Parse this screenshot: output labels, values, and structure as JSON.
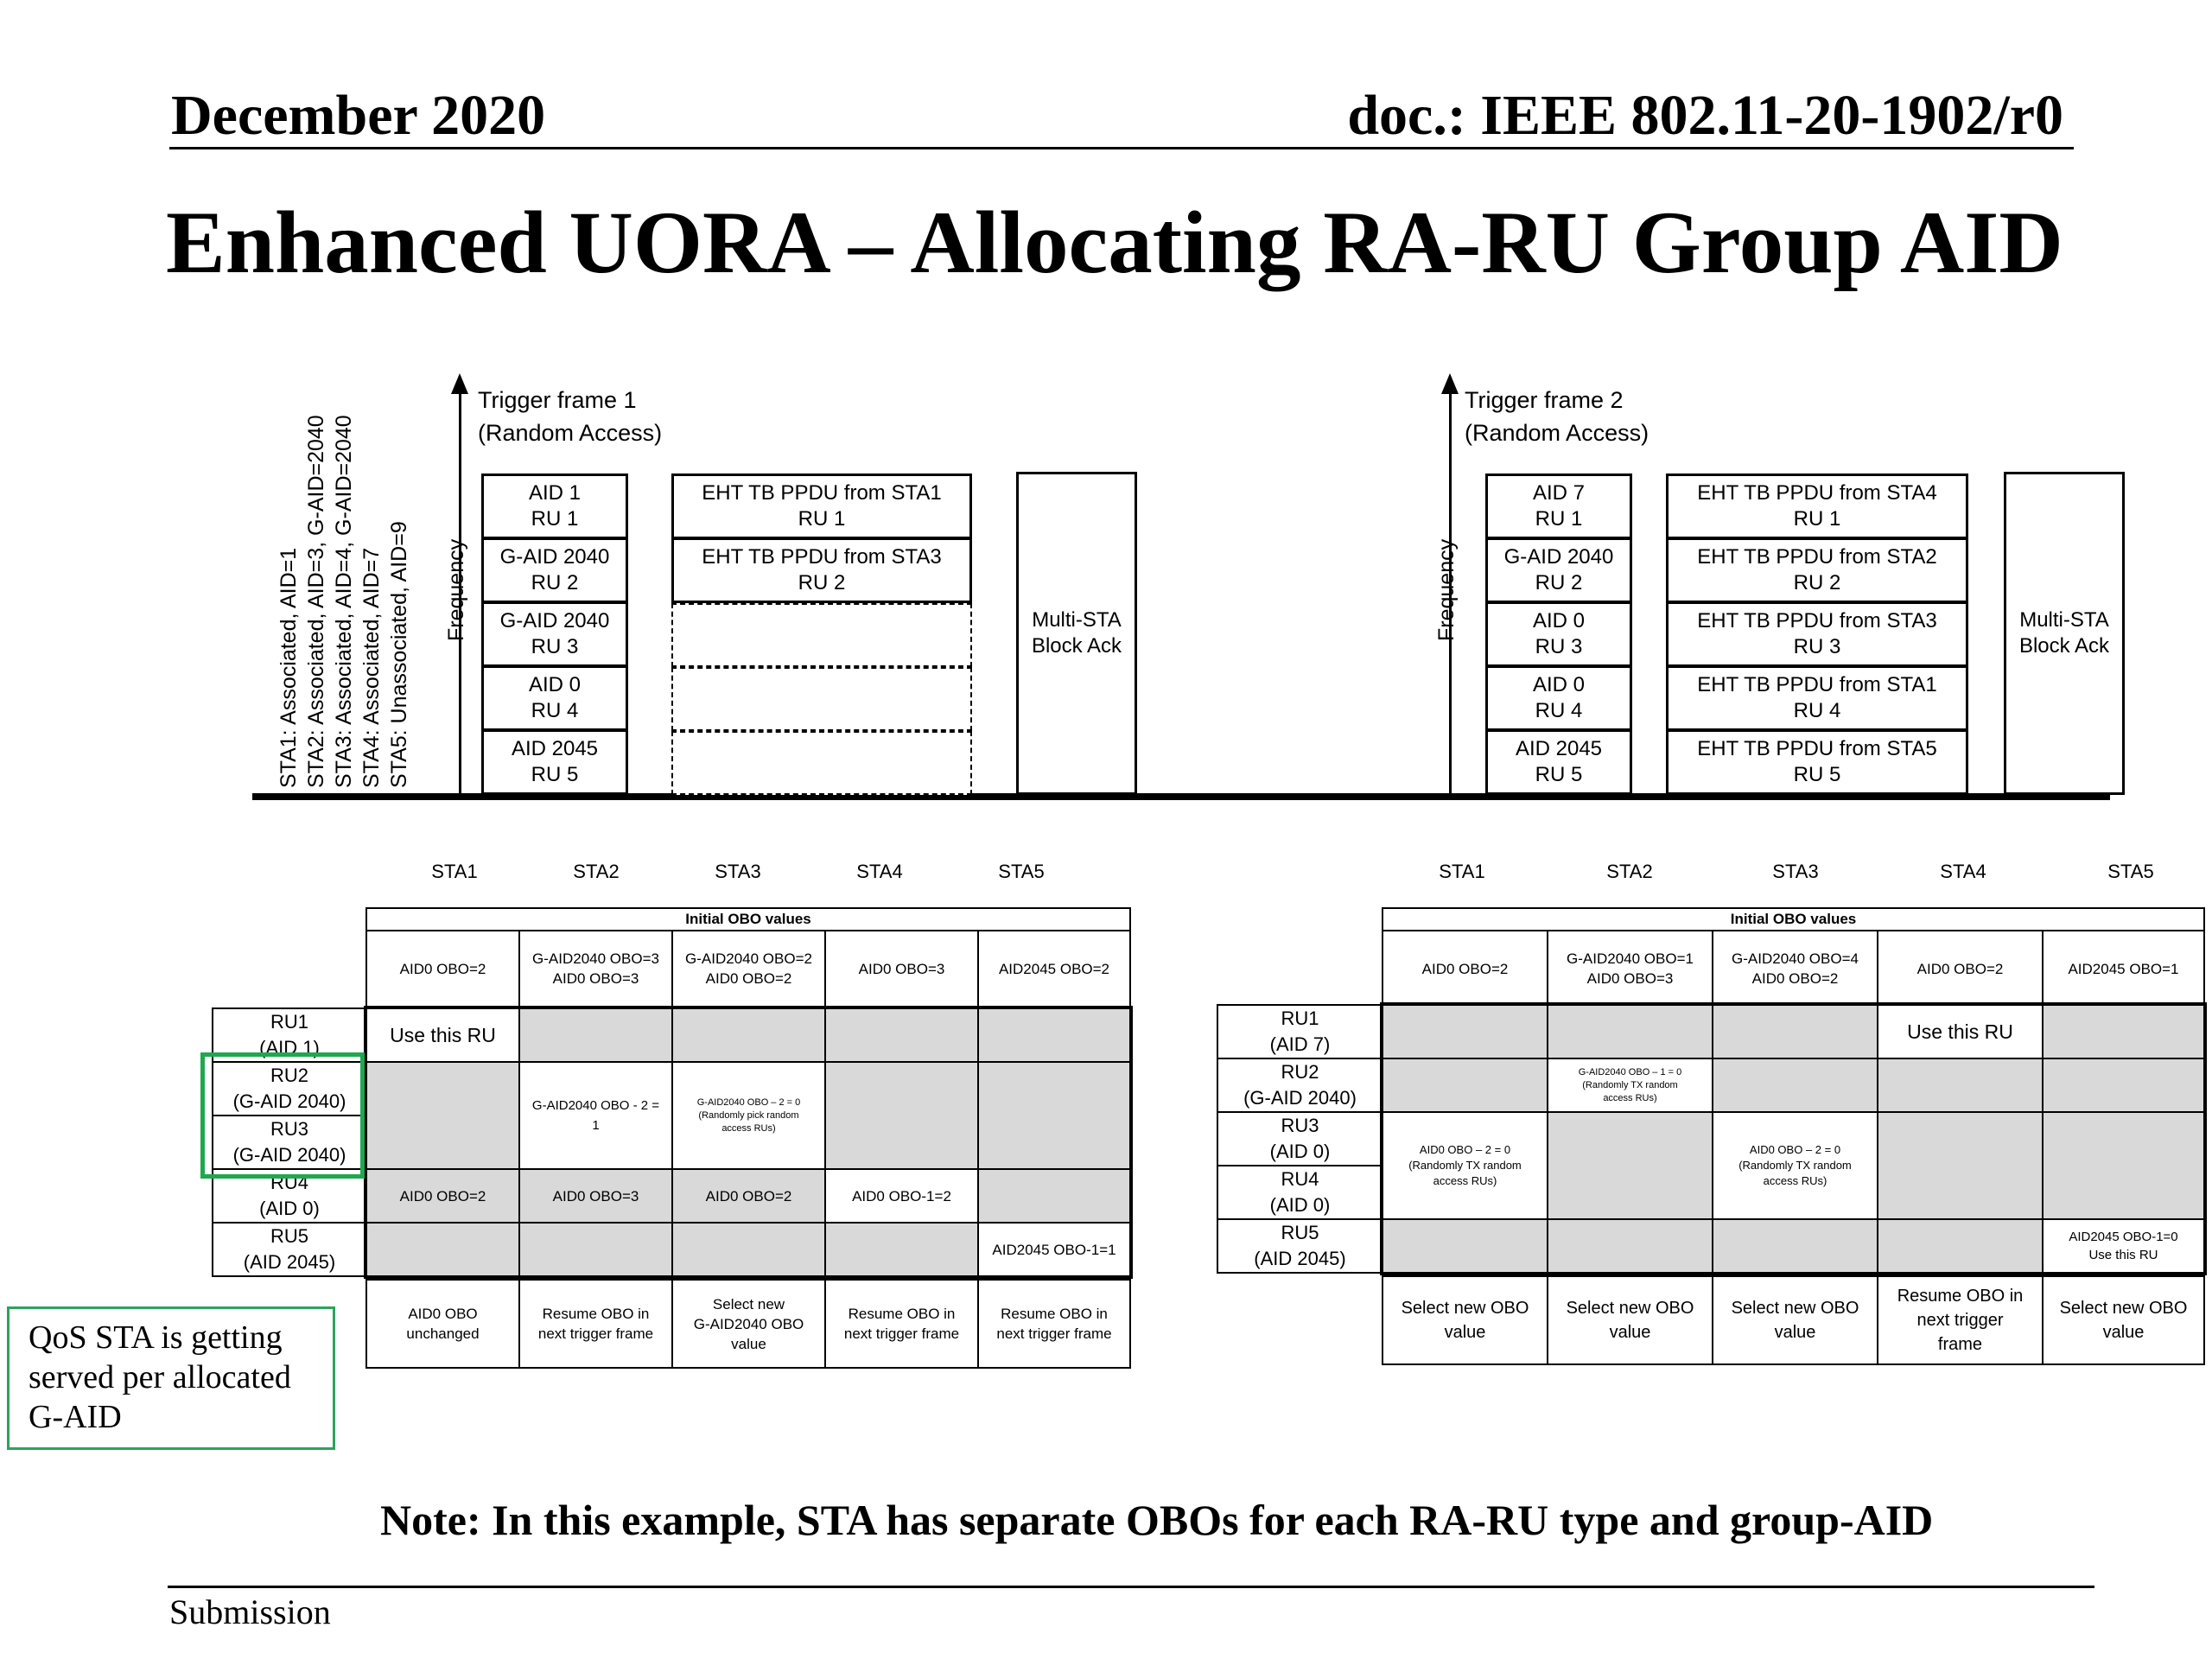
{
  "header": {
    "date": "December 2020",
    "doc": "doc.: IEEE 802.11-20-1902/r0"
  },
  "title": "Enhanced UORA – Allocating RA-RU Group AID",
  "sta_list": [
    "STA1: Associated, AID=1",
    "STA2: Associated, AID=3, G-AID=2040",
    "STA3: Associated, AID=4, G-AID=2040",
    "STA4: Associated, AID=7",
    "STA5: Unassociated, AID=9"
  ],
  "frequency_label": "Frequency",
  "timeline1": {
    "trigger_label": "Trigger frame 1\n(Random Access)",
    "ru_boxes": [
      "AID 1\nRU 1",
      "G-AID 2040\nRU 2",
      "G-AID 2040\nRU 3",
      "AID 0\nRU 4",
      "AID 2045\nRU 5"
    ],
    "ppdu": [
      "EHT TB PPDU from STA1\nRU 1",
      "EHT TB PPDU from STA3\nRU 2",
      "",
      "",
      ""
    ],
    "ack": "Multi-STA\nBlock Ack"
  },
  "timeline2": {
    "trigger_label": "Trigger frame 2\n(Random Access)",
    "ru_boxes": [
      "AID 7\nRU 1",
      "G-AID 2040\nRU 2",
      "AID 0\nRU 3",
      "AID 0\nRU 4",
      "AID 2045\nRU 5"
    ],
    "ppdu": [
      "EHT TB PPDU from STA4\nRU 1",
      "EHT TB PPDU from STA2\nRU 2",
      "EHT TB PPDU from STA3\nRU 3",
      "EHT TB PPDU from STA1\nRU 4",
      "EHT TB PPDU from STA5\nRU 5"
    ],
    "ack": "Multi-STA\nBlock Ack"
  },
  "table1": {
    "columns": [
      "STA1",
      "STA2",
      "STA3",
      "STA4",
      "STA5"
    ],
    "initial_obo_title": "Initial OBO values",
    "initial_obo": [
      "AID0 OBO=2",
      "G-AID2040 OBO=3\nAID0 OBO=3",
      "G-AID2040 OBO=2\nAID0 OBO=2",
      "AID0 OBO=3",
      "AID2045 OBO=2"
    ],
    "rows": [
      "RU1\n(AID 1)",
      "RU2\n(G-AID 2040)",
      "RU3\n(G-AID 2040)",
      "RU4\n(AID 0)",
      "RU5\n(AID 2045)"
    ],
    "use_this_ru": "Use this RU",
    "ru23_sta2": "G-AID2040 OBO - 2 =\n1",
    "ru23_sta3": "G-AID2040 OBO – 2 = 0\n(Randomly pick random\naccess RUs)",
    "ru4": [
      "AID0 OBO=2",
      "AID0 OBO=3",
      "AID0 OBO=2",
      "AID0 OBO-1=2",
      ""
    ],
    "ru5_sta5": "AID2045 OBO-1=1",
    "result": [
      "AID0 OBO\nunchanged",
      "Resume OBO in\nnext trigger frame",
      "Select new\nG-AID2040 OBO\nvalue",
      "Resume OBO in\nnext trigger frame",
      "Resume OBO in\nnext trigger frame"
    ]
  },
  "table2": {
    "columns": [
      "STA1",
      "STA2",
      "STA3",
      "STA4",
      "STA5"
    ],
    "initial_obo_title": "Initial OBO values",
    "initial_obo": [
      "AID0 OBO=2",
      "G-AID2040 OBO=1\nAID0 OBO=3",
      "G-AID2040 OBO=4\nAID0 OBO=2",
      "AID0 OBO=2",
      "AID2045 OBO=1"
    ],
    "rows": [
      "RU1\n(AID 7)",
      "RU2\n(G-AID 2040)",
      "RU3\n(AID 0)",
      "RU4\n(AID 0)",
      "RU5\n(AID 2045)"
    ],
    "use_this_ru": "Use this RU",
    "ru2_sta2": "G-AID2040 OBO – 1 = 0\n(Randomly TX random\naccess RUs)",
    "ru34_sta1": "AID0 OBO – 2 = 0\n(Randomly TX random\naccess RUs)",
    "ru34_sta3": "AID0 OBO – 2 = 0\n(Randomly TX random\naccess RUs)",
    "ru5_sta5": "AID2045 OBO-1=0\nUse this RU",
    "result": [
      "Select new OBO\nvalue",
      "Select new OBO\nvalue",
      "Select new OBO\nvalue",
      "Resume OBO in\nnext trigger\nframe",
      "Select new OBO\nvalue"
    ]
  },
  "qos_note": "QoS STA is getting\nserved per allocated\nG-AID",
  "bottom_note": "Note: In this example, STA has separate OBOs for each RA-RU type and group-AID",
  "footer": "Submission",
  "colors": {
    "cell_gray": "#d9d9d9",
    "highlight_green": "#1fa84f"
  }
}
